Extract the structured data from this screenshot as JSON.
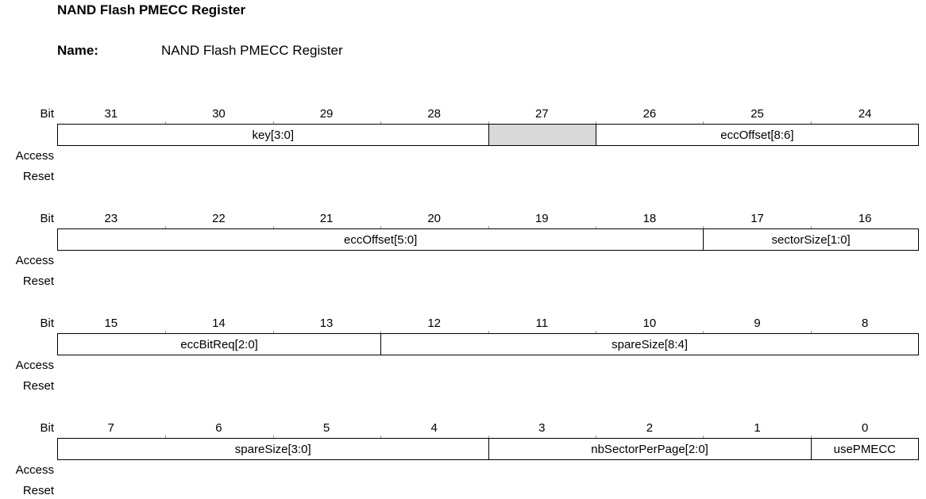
{
  "title": "NAND Flash PMECC Register",
  "name": {
    "label": "Name:",
    "value": "NAND Flash PMECC Register"
  },
  "labels": {
    "bit": "Bit",
    "access": "Access",
    "reset": "Reset"
  },
  "colors": {
    "reserved_fill": "#d9d9d9",
    "border": "#000000",
    "background": "#ffffff"
  },
  "rows": [
    {
      "bits": [
        "31",
        "30",
        "29",
        "28",
        "27",
        "26",
        "25",
        "24"
      ],
      "fields": [
        {
          "label": "key[3:0]",
          "span": 4,
          "reserved": false
        },
        {
          "label": "",
          "span": 1,
          "reserved": true
        },
        {
          "label": "eccOffset[8:6]",
          "span": 3,
          "reserved": false
        }
      ]
    },
    {
      "bits": [
        "23",
        "22",
        "21",
        "20",
        "19",
        "18",
        "17",
        "16"
      ],
      "fields": [
        {
          "label": "eccOffset[5:0]",
          "span": 6,
          "reserved": false
        },
        {
          "label": "sectorSize[1:0]",
          "span": 2,
          "reserved": false
        }
      ]
    },
    {
      "bits": [
        "15",
        "14",
        "13",
        "12",
        "11",
        "10",
        "9",
        "8"
      ],
      "fields": [
        {
          "label": "eccBitReq[2:0]",
          "span": 3,
          "reserved": false
        },
        {
          "label": "spareSize[8:4]",
          "span": 5,
          "reserved": false
        }
      ]
    },
    {
      "bits": [
        "7",
        "6",
        "5",
        "4",
        "3",
        "2",
        "1",
        "0"
      ],
      "fields": [
        {
          "label": "spareSize[3:0]",
          "span": 4,
          "reserved": false
        },
        {
          "label": "nbSectorPerPage[2:0]",
          "span": 3,
          "reserved": false
        },
        {
          "label": "usePMECC",
          "span": 1,
          "reserved": false
        }
      ]
    }
  ]
}
